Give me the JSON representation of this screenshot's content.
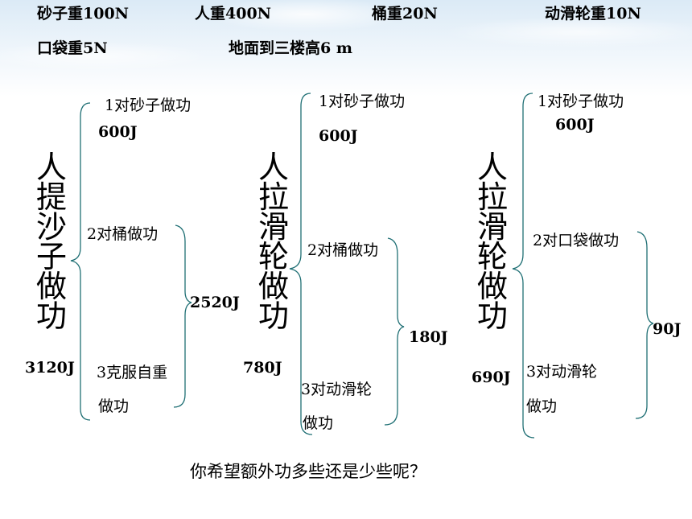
{
  "given": {
    "sand": "砂子重100N",
    "person": "人重400N",
    "bucket": "桶重20N",
    "pulley": "动滑轮重10N",
    "bag": "口袋重5N",
    "height": "地面到三楼高6 m"
  },
  "col1": {
    "title": [
      "人",
      "提",
      "沙",
      "子",
      "做",
      "功"
    ],
    "total": "3120J",
    "item1": "1对砂子做功",
    "item1_value": "600J",
    "item2": "2对桶做功",
    "item3_line1": "3克服自重",
    "item3_line2": "做功",
    "extra_value": "2520J"
  },
  "col2": {
    "title": [
      "人",
      "拉",
      "滑",
      "轮",
      "做",
      "功"
    ],
    "total": "780J",
    "item1": "1对砂子做功",
    "item1_value": "600J",
    "item2": "2对桶做功",
    "item3_line1": "3对动滑轮",
    "item3_line2": "做功",
    "extra_value": "180J"
  },
  "col3": {
    "title": [
      "人",
      "拉",
      "滑",
      "轮",
      "做",
      "功"
    ],
    "total": "690J",
    "item1": "1对砂子做功",
    "item1_value": "600J",
    "item2": "2对口袋做功",
    "item3_line1": "3对动滑轮",
    "item3_line2": "做功",
    "extra_value": "90J"
  },
  "question": "你希望额外功多些还是少些呢？",
  "colors": {
    "brace": "#1f6f74",
    "background_top": "#dbeaf6"
  }
}
